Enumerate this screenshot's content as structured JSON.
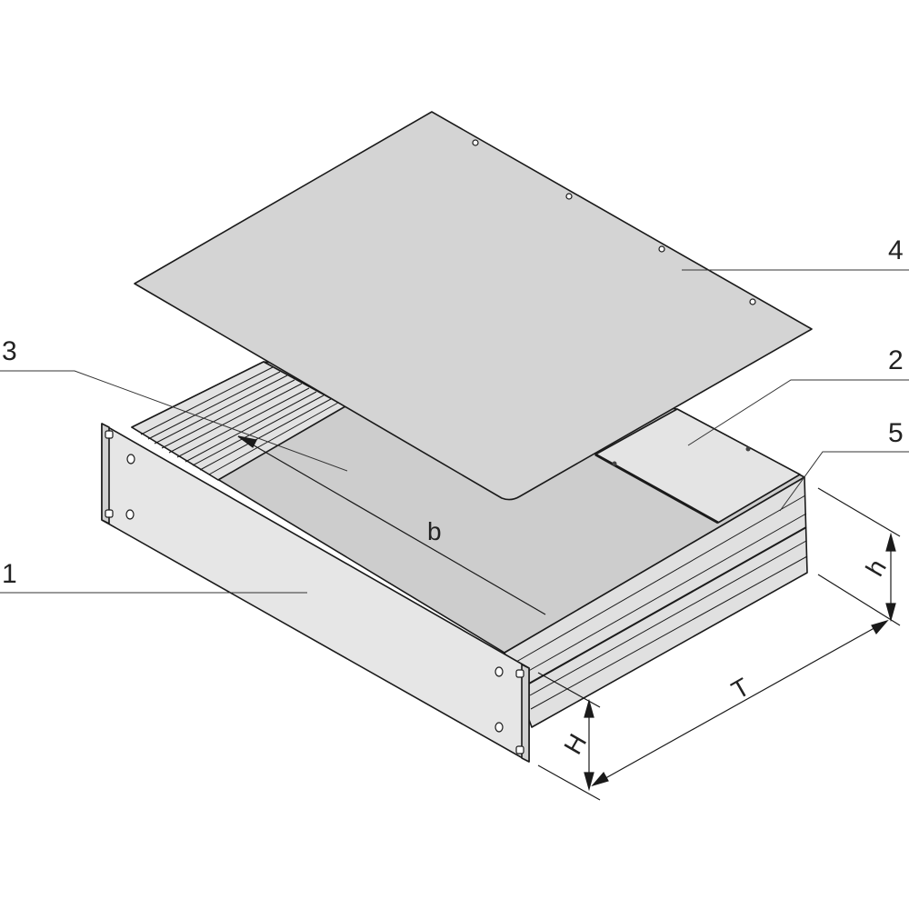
{
  "labels": {
    "part1": "1",
    "part2": "2",
    "part3": "3",
    "part4": "4",
    "part5": "5"
  },
  "dimensions": {
    "width": "b",
    "depth": "T",
    "height_total": "H",
    "height_inner": "h"
  },
  "colors": {
    "lid": "#d4d4d4",
    "floor": "#cdcdcd",
    "front_panel": "#e6e6e6",
    "rear_panel": "#e4e4e4",
    "outline": "#1a1a1a"
  }
}
